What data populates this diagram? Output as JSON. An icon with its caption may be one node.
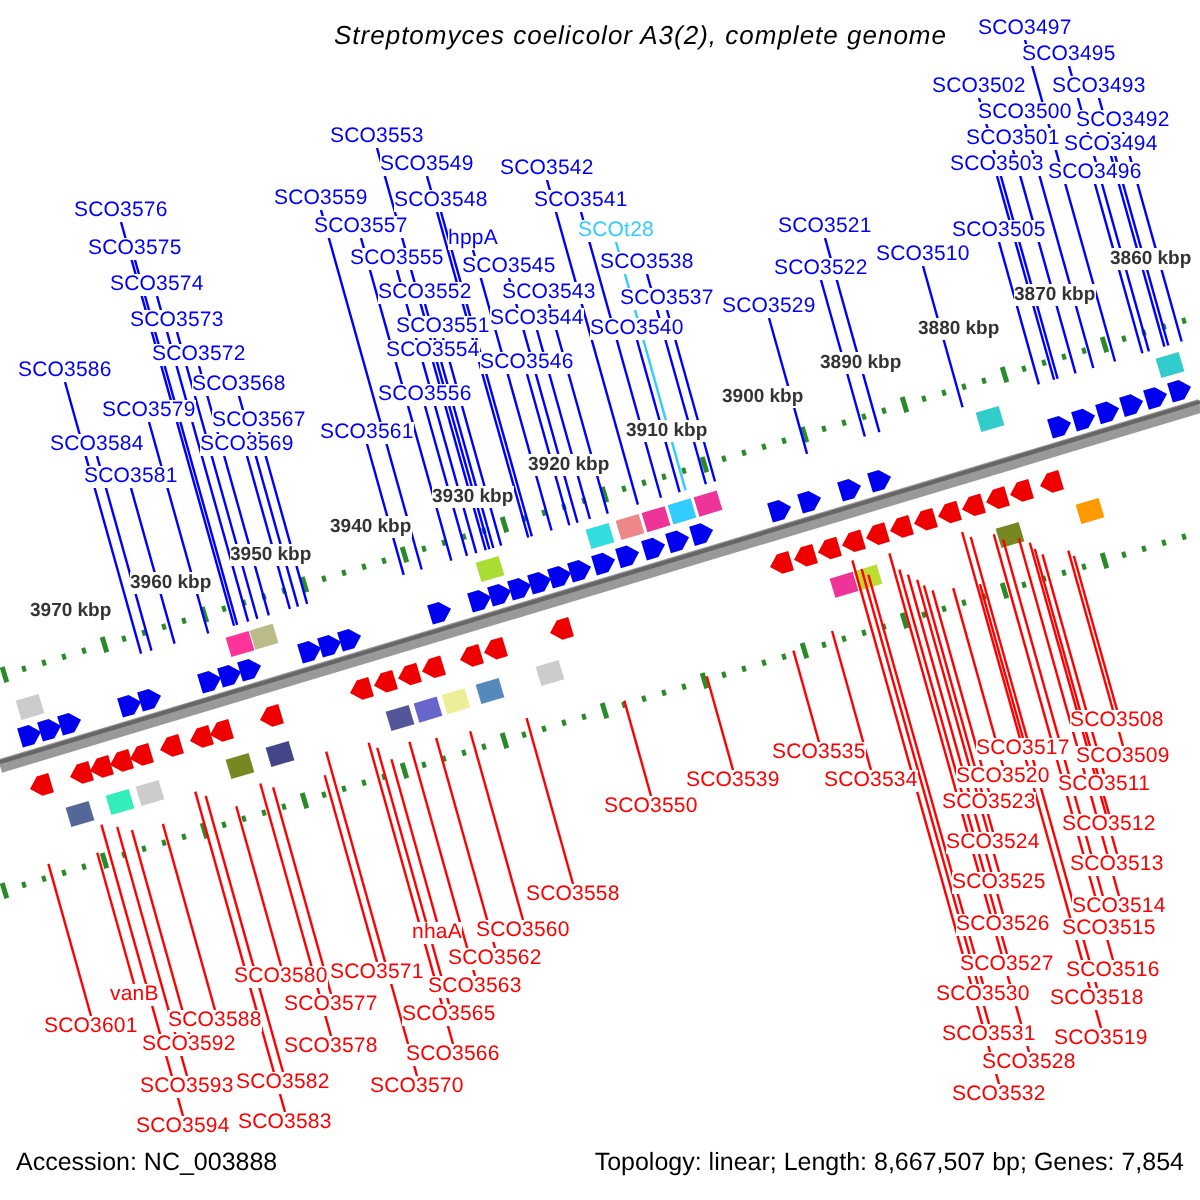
{
  "diagram": {
    "title": "Streptomyces coelicolor A3(2), complete genome",
    "nodes": [
      {
        "text": [
          "SCO3497"
        ]
      },
      {
        "text": [
          "SCO3495"
        ]
      },
      {
        "text": [
          "SCO3502"
        ]
      },
      {
        "text": [
          "SCO3493"
        ]
      },
      {
        "text": [
          "SCO3500"
        ]
      },
      {
        "text": [
          "SCO3492"
        ]
      },
      {
        "text": [
          "SCO3553"
        ]
      },
      {
        "text": [
          "SCO3501"
        ]
      },
      {
        "text": [
          "SCO3494"
        ]
      },
      {
        "text": [
          "SCO3503"
        ]
      },
      {
        "text": [
          "SCO3549"
        ]
      },
      {
        "text": [
          "SCO3542"
        ]
      },
      {
        "text": [
          "SCO3496"
        ]
      },
      {
        "text": [
          "SCO3559"
        ]
      },
      {
        "text": [
          "SCO3548"
        ]
      },
      {
        "text": [
          "SCO3541"
        ]
      },
      {
        "text": [
          "SCO3576"
        ]
      },
      {
        "text": [
          "SCO3557"
        ]
      },
      {
        "text": [
          "SCO3521"
        ]
      },
      {
        "text": [
          "SCO3505"
        ]
      },
      {
        "text": [
          "SCOt28"
        ]
      },
      {
        "text": [
          "hppA"
        ]
      },
      {
        "text": [
          "SCO3575"
        ]
      },
      {
        "text": [
          "SCO3510"
        ]
      },
      {
        "text": [
          "SCO3555"
        ]
      },
      {
        "text": [
          "SCO3538"
        ]
      },
      {
        "text": [
          "SCO3545"
        ]
      },
      {
        "text": [
          "SCO3522"
        ]
      },
      {
        "text": [
          "SCO3574"
        ]
      },
      {
        "text": [
          "SCO3552"
        ]
      },
      {
        "text": [
          "SCO3543"
        ]
      },
      {
        "text": [
          "SCO3537"
        ]
      },
      {
        "text": [
          "SCO3529"
        ]
      },
      {
        "text": [
          "SCO3544"
        ]
      },
      {
        "text": [
          "SCO3573"
        ]
      },
      {
        "text": [
          "SCO3551"
        ]
      },
      {
        "text": [
          "SCO3540"
        ]
      },
      {
        "text": [
          "SCO3554"
        ]
      },
      {
        "text": [
          "SCO3572"
        ]
      },
      {
        "text": [
          "SCO3546"
        ]
      },
      {
        "text": [
          "SCO3586"
        ]
      },
      {
        "text": [
          "SCO3568"
        ]
      },
      {
        "text": [
          "SCO3556"
        ]
      },
      {
        "text": [
          "SCO3579"
        ]
      },
      {
        "text": [
          "SCO3567"
        ]
      },
      {
        "text": [
          "SCO3561"
        ]
      },
      {
        "text": [
          "SCO3569"
        ]
      },
      {
        "text": [
          "SCO3584"
        ]
      },
      {
        "text": [
          "SCO3581"
        ]
      },
      {
        "text": [
          "SCO3508"
        ]
      },
      {
        "text": [
          "SCO3517"
        ]
      },
      {
        "text": [
          "SCO3535"
        ]
      },
      {
        "text": [
          "SCO3509"
        ]
      },
      {
        "text": [
          "SCO3520"
        ]
      },
      {
        "text": [
          "SCO3539"
        ]
      },
      {
        "text": [
          "SCO3534"
        ]
      },
      {
        "text": [
          "SCO3511"
        ]
      },
      {
        "text": [
          "SCO3523"
        ]
      },
      {
        "text": [
          "SCO3550"
        ]
      },
      {
        "text": [
          "SCO3512"
        ]
      },
      {
        "text": [
          "SCO3524"
        ]
      },
      {
        "text": [
          "SCO3513"
        ]
      },
      {
        "text": [
          "SCO3525"
        ]
      },
      {
        "text": [
          "SCO3558"
        ]
      },
      {
        "text": [
          "SCO3514"
        ]
      },
      {
        "text": [
          "SCO3526"
        ]
      },
      {
        "text": [
          "SCO3515"
        ]
      },
      {
        "text": [
          "nhaA"
        ]
      },
      {
        "text": [
          "SCO3560"
        ]
      },
      {
        "text": [
          "SCO3562"
        ]
      },
      {
        "text": [
          "SCO3527"
        ]
      },
      {
        "text": [
          "SCO3516"
        ]
      },
      {
        "text": [
          "SCO3571"
        ]
      },
      {
        "text": [
          "SCO3580"
        ]
      },
      {
        "text": [
          "SCO3563"
        ]
      },
      {
        "text": [
          "vanB"
        ]
      },
      {
        "text": [
          "SCO3530"
        ]
      },
      {
        "text": [
          "SCO3518"
        ]
      },
      {
        "text": [
          "SCO3577"
        ]
      },
      {
        "text": [
          "SCO3565"
        ]
      },
      {
        "text": [
          "SCO3588"
        ]
      },
      {
        "text": [
          "SCO3601"
        ]
      },
      {
        "text": [
          "SCO3531"
        ]
      },
      {
        "text": [
          "SCO3519"
        ]
      },
      {
        "text": [
          "SCO3592"
        ]
      },
      {
        "text": [
          "SCO3578"
        ]
      },
      {
        "text": [
          "SCO3566"
        ]
      },
      {
        "text": [
          "SCO3528"
        ]
      },
      {
        "text": [
          "SCO3582"
        ]
      },
      {
        "text": [
          "SCO3593"
        ]
      },
      {
        "text": [
          "SCO3570"
        ]
      },
      {
        "text": [
          "SCO3532"
        ]
      },
      {
        "text": [
          "SCO3583"
        ]
      },
      {
        "text": [
          "SCO3594"
        ]
      }
    ],
    "edges": [
      {
        "from": 0,
        "to": null,
        "arrow": "none"
      },
      {
        "from": 1,
        "to": null,
        "arrow": "none"
      },
      {
        "from": 2,
        "to": null,
        "arrow": "none"
      },
      {
        "from": 3,
        "to": null,
        "arrow": "none"
      },
      {
        "from": 4,
        "to": null,
        "arrow": "none"
      },
      {
        "from": 5,
        "to": null,
        "arrow": "none"
      },
      {
        "from": 6,
        "to": null,
        "arrow": "none"
      },
      {
        "from": 7,
        "to": null,
        "arrow": "none"
      },
      {
        "from": 8,
        "to": null,
        "arrow": "none"
      },
      {
        "from": 9,
        "to": null,
        "arrow": "none"
      },
      {
        "from": 10,
        "to": null,
        "arrow": "none"
      },
      {
        "from": 11,
        "to": null,
        "arrow": "none"
      },
      {
        "from": 12,
        "to": null,
        "arrow": "none"
      },
      {
        "from": 13,
        "to": null,
        "arrow": "none"
      },
      {
        "from": 14,
        "to": null,
        "arrow": "none"
      },
      {
        "from": 15,
        "to": null,
        "arrow": "none"
      },
      {
        "from": 16,
        "to": null,
        "arrow": "none"
      },
      {
        "from": 17,
        "to": null,
        "arrow": "none"
      },
      {
        "from": 18,
        "to": null,
        "arrow": "none"
      },
      {
        "from": 19,
        "to": null,
        "arrow": "none"
      },
      {
        "from": 20,
        "to": null,
        "arrow": "none",
        "color": "#33ccff"
      },
      {
        "from": 21,
        "to": null,
        "arrow": "none"
      },
      {
        "from": 22,
        "to": null,
        "arrow": "none"
      },
      {
        "from": 23,
        "to": null,
        "arrow": "none"
      },
      {
        "from": 24,
        "to": null,
        "arrow": "none"
      },
      {
        "from": 25,
        "to": null,
        "arrow": "none"
      },
      {
        "from": 26,
        "to": null,
        "arrow": "none"
      },
      {
        "from": 27,
        "to": null,
        "arrow": "none"
      },
      {
        "from": 28,
        "to": null,
        "arrow": "none"
      },
      {
        "from": 29,
        "to": null,
        "arrow": "none"
      },
      {
        "from": 30,
        "to": null,
        "arrow": "none"
      },
      {
        "from": 31,
        "to": null,
        "arrow": "none"
      },
      {
        "from": 32,
        "to": null,
        "arrow": "none"
      },
      {
        "from": 33,
        "to": null,
        "arrow": "none"
      },
      {
        "from": 34,
        "to": null,
        "arrow": "none"
      },
      {
        "from": 35,
        "to": null,
        "arrow": "none"
      },
      {
        "from": 36,
        "to": null,
        "arrow": "none"
      },
      {
        "from": 37,
        "to": null,
        "arrow": "none"
      },
      {
        "from": 38,
        "to": null,
        "arrow": "none"
      },
      {
        "from": 39,
        "to": null,
        "arrow": "none"
      },
      {
        "from": 40,
        "to": null,
        "arrow": "none"
      },
      {
        "from": 41,
        "to": null,
        "arrow": "none"
      },
      {
        "from": 42,
        "to": null,
        "arrow": "none"
      },
      {
        "from": 43,
        "to": null,
        "arrow": "none"
      },
      {
        "from": 44,
        "to": null,
        "arrow": "none"
      },
      {
        "from": 45,
        "to": null,
        "arrow": "none"
      },
      {
        "from": 46,
        "to": null,
        "arrow": "none"
      },
      {
        "from": 47,
        "to": null,
        "arrow": "none"
      },
      {
        "from": 48,
        "to": null,
        "arrow": "none"
      },
      {
        "from": 49,
        "to": null,
        "arrow": "none",
        "color": "#ff0000"
      },
      {
        "from": 50,
        "to": null,
        "arrow": "none",
        "color": "#ff0000"
      },
      {
        "from": 51,
        "to": null,
        "arrow": "none",
        "color": "#ff0000"
      },
      {
        "from": 52,
        "to": null,
        "arrow": "none",
        "color": "#ff0000"
      },
      {
        "from": 53,
        "to": null,
        "arrow": "none",
        "color": "#ff0000"
      },
      {
        "from": 54,
        "to": null,
        "arrow": "none",
        "color": "#ff0000"
      },
      {
        "from": 55,
        "to": null,
        "arrow": "none",
        "color": "#ff0000"
      },
      {
        "from": 56,
        "to": null,
        "arrow": "none",
        "color": "#ff0000"
      },
      {
        "from": 57,
        "to": null,
        "arrow": "none",
        "color": "#ff0000"
      },
      {
        "from": 58,
        "to": null,
        "arrow": "none",
        "color": "#ff0000"
      },
      {
        "from": 59,
        "to": null,
        "arrow": "none",
        "color": "#ff0000"
      },
      {
        "from": 60,
        "to": null,
        "arrow": "none",
        "color": "#ff0000"
      },
      {
        "from": 61,
        "to": null,
        "arrow": "none",
        "color": "#ff0000"
      },
      {
        "from": 62,
        "to": null,
        "arrow": "none",
        "color": "#ff0000"
      },
      {
        "from": 63,
        "to": null,
        "arrow": "none",
        "color": "#ff0000"
      },
      {
        "from": 64,
        "to": null,
        "arrow": "none",
        "color": "#ff0000"
      },
      {
        "from": 65,
        "to": null,
        "arrow": "none",
        "color": "#ff0000"
      },
      {
        "from": 66,
        "to": null,
        "arrow": "none",
        "color": "#ff0000"
      },
      {
        "from": 67,
        "to": null,
        "arrow": "none",
        "color": "#ff0000"
      },
      {
        "from": 68,
        "to": null,
        "arrow": "none",
        "color": "#ff0000"
      },
      {
        "from": 69,
        "to": null,
        "arrow": "none",
        "color": "#ff0000"
      },
      {
        "from": 70,
        "to": null,
        "arrow": "none",
        "color": "#ff0000"
      },
      {
        "from": 71,
        "to": null,
        "arrow": "none",
        "color": "#ff0000"
      },
      {
        "from": 72,
        "to": null,
        "arrow": "none",
        "color": "#ff0000"
      },
      {
        "from": 73,
        "to": null,
        "arrow": "none",
        "color": "#ff0000"
      },
      {
        "from": 74,
        "to": null,
        "arrow": "none",
        "color": "#ff0000"
      },
      {
        "from": 75,
        "to": null,
        "arrow": "none",
        "color": "#ff0000"
      },
      {
        "from": 76,
        "to": null,
        "arrow": "none",
        "color": "#ff0000"
      },
      {
        "from": 77,
        "to": null,
        "arrow": "none",
        "color": "#ff0000"
      },
      {
        "from": 78,
        "to": null,
        "arrow": "none",
        "color": "#ff0000"
      },
      {
        "from": 79,
        "to": null,
        "arrow": "none",
        "color": "#ff0000"
      },
      {
        "from": 80,
        "to": null,
        "arrow": "none",
        "color": "#ff0000"
      },
      {
        "from": 81,
        "to": null,
        "arrow": "none",
        "color": "#ff0000"
      },
      {
        "from": 82,
        "to": null,
        "arrow": "none",
        "color": "#ff0000"
      },
      {
        "from": 83,
        "to": null,
        "arrow": "none",
        "color": "#ff0000"
      },
      {
        "from": 84,
        "to": null,
        "arrow": "none",
        "color": "#ff0000"
      },
      {
        "from": 85,
        "to": null,
        "arrow": "none",
        "color": "#ff0000"
      },
      {
        "from": 86,
        "to": null,
        "arrow": "none",
        "color": "#ff0000"
      },
      {
        "from": 87,
        "to": null,
        "arrow": "none",
        "color": "#ff0000"
      },
      {
        "from": 88,
        "to": null,
        "arrow": "none",
        "color": "#ff0000"
      },
      {
        "from": 89,
        "to": null,
        "arrow": "none",
        "color": "#ff0000"
      },
      {
        "from": 90,
        "to": null,
        "arrow": "none",
        "color": "#ff0000"
      },
      {
        "from": 91,
        "to": null,
        "arrow": "none",
        "color": "#ff0000"
      },
      {
        "from": 92,
        "to": null,
        "arrow": "none",
        "color": "#ff0000"
      },
      {
        "from": 93,
        "to": null,
        "arrow": "none",
        "color": "#ff0000"
      }
    ],
    "labels": [
      "3860 kbp",
      "3870 kbp",
      "3880 kbp",
      "3890 kbp",
      "3900 kbp",
      "3910 kbp",
      "3920 kbp",
      "3930 kbp",
      "3940 kbp",
      "3950 kbp",
      "3960 kbp",
      "3970 kbp",
      "Accession: NC_003888",
      "Topology: linear; Length: 8,667,507 bp; Genes: 7,854"
    ]
  }
}
